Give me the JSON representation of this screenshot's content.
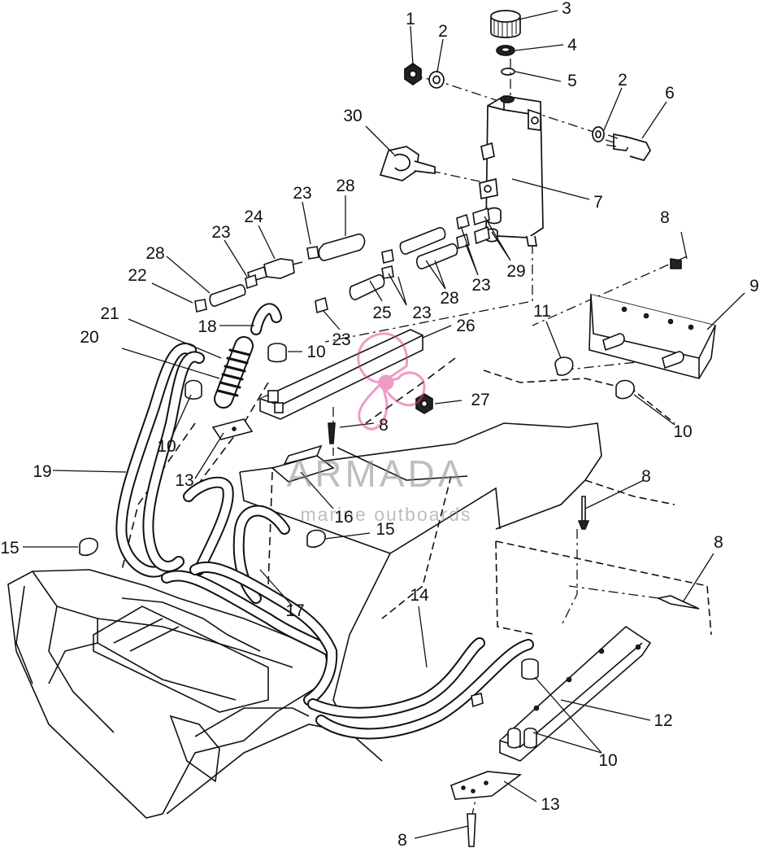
{
  "colors": {
    "ink": "#111111",
    "paper": "#ffffff",
    "watermark_pink": "#e23a8f",
    "watermark_gray": "#8a8a8a"
  },
  "callouts": [
    {
      "n": "1",
      "id": "1"
    },
    {
      "n": "2",
      "id": "2a"
    },
    {
      "n": "3",
      "id": "3"
    },
    {
      "n": "4",
      "id": "4"
    },
    {
      "n": "5",
      "id": "5"
    },
    {
      "n": "2",
      "id": "2b"
    },
    {
      "n": "6",
      "id": "6"
    },
    {
      "n": "30",
      "id": "30"
    },
    {
      "n": "7",
      "id": "7"
    },
    {
      "n": "23",
      "id": "23a"
    },
    {
      "n": "28",
      "id": "28a"
    },
    {
      "n": "24",
      "id": "24"
    },
    {
      "n": "23",
      "id": "23b"
    },
    {
      "n": "28",
      "id": "28b"
    },
    {
      "n": "22",
      "id": "22"
    },
    {
      "n": "8",
      "id": "8a"
    },
    {
      "n": "9",
      "id": "9"
    },
    {
      "n": "29",
      "id": "29"
    },
    {
      "n": "23",
      "id": "23c"
    },
    {
      "n": "28",
      "id": "28c"
    },
    {
      "n": "23",
      "id": "23d"
    },
    {
      "n": "25",
      "id": "25"
    },
    {
      "n": "21",
      "id": "21"
    },
    {
      "n": "18",
      "id": "18"
    },
    {
      "n": "23",
      "id": "23e"
    },
    {
      "n": "20",
      "id": "20"
    },
    {
      "n": "10",
      "id": "10a"
    },
    {
      "n": "26",
      "id": "26"
    },
    {
      "n": "11",
      "id": "11"
    },
    {
      "n": "27",
      "id": "27"
    },
    {
      "n": "10",
      "id": "10b"
    },
    {
      "n": "10",
      "id": "10c"
    },
    {
      "n": "8",
      "id": "8b"
    },
    {
      "n": "19",
      "id": "19"
    },
    {
      "n": "13",
      "id": "13a"
    },
    {
      "n": "8",
      "id": "8c"
    },
    {
      "n": "16",
      "id": "16"
    },
    {
      "n": "15",
      "id": "15a"
    },
    {
      "n": "15",
      "id": "15b"
    },
    {
      "n": "8",
      "id": "8d"
    },
    {
      "n": "17",
      "id": "17"
    },
    {
      "n": "14",
      "id": "14"
    },
    {
      "n": "12",
      "id": "12"
    },
    {
      "n": "10",
      "id": "10d"
    },
    {
      "n": "13",
      "id": "13b"
    },
    {
      "n": "8",
      "id": "8e"
    }
  ],
  "watermark": {
    "title": "ARMADA",
    "subtitle": "marine outboards"
  }
}
